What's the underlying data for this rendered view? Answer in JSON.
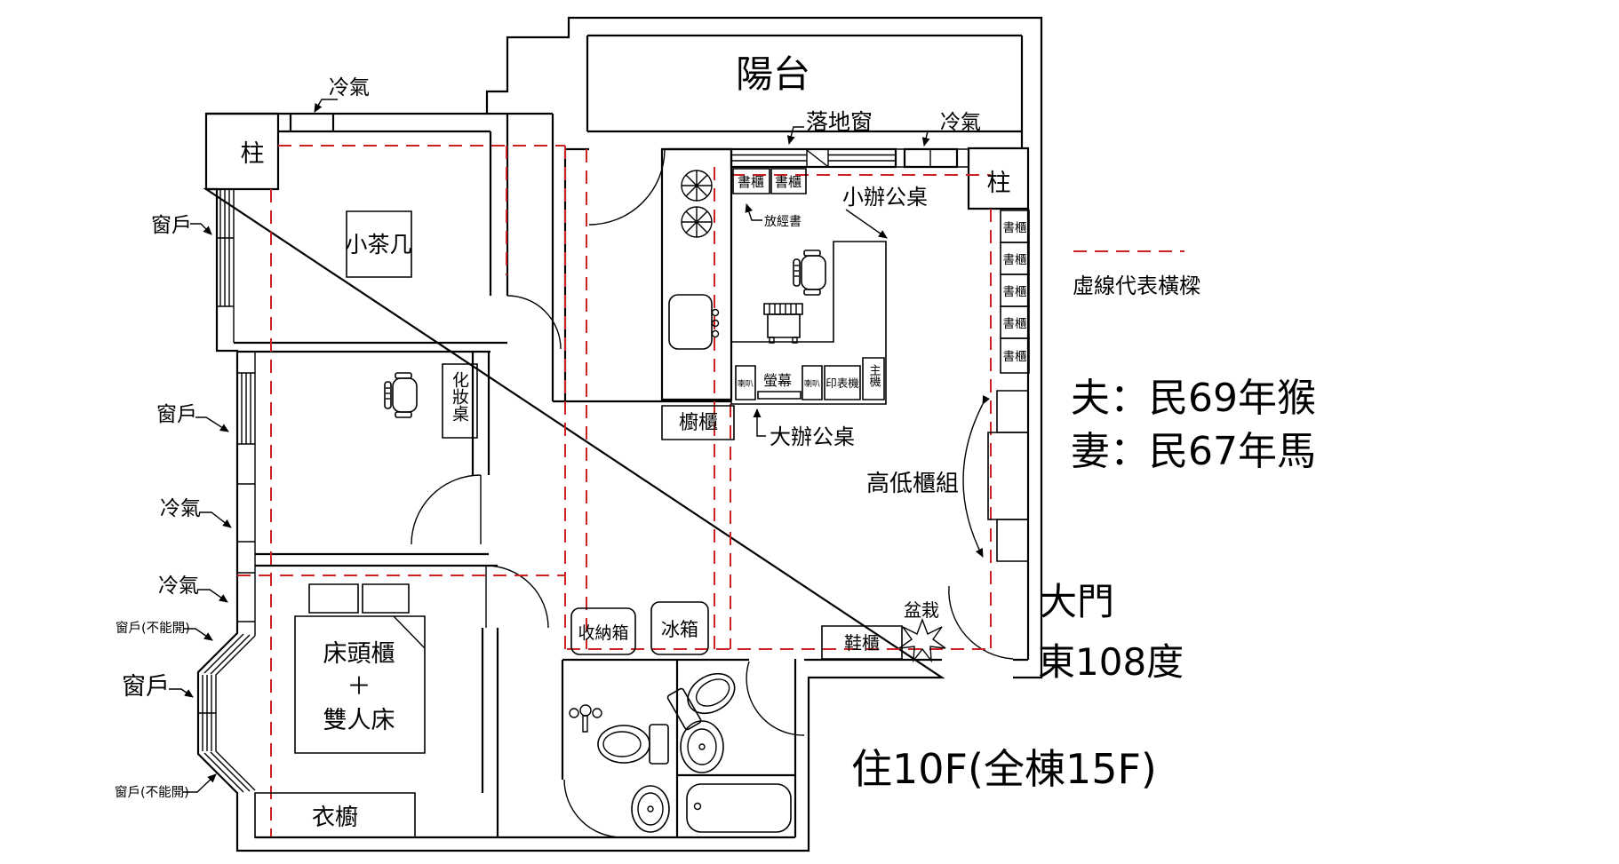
{
  "colors": {
    "wall": "#000000",
    "beam": "#cc2222",
    "background": "#ffffff"
  },
  "rooms": {
    "balcony": "陽台"
  },
  "labels": {
    "ac": "冷氣",
    "column": "柱",
    "window": "窗戶",
    "window_fixed": "窗戶(不能開)",
    "tea_table": "小茶几",
    "floor_window": "落地窗",
    "bookcase": "書櫃",
    "books_note": "放經書",
    "small_desk": "小辦公桌",
    "big_desk": "大辦公桌",
    "makeup_table": "化妝桌",
    "cupboard": "櫥櫃",
    "monitor": "螢幕",
    "speaker": "喇叭",
    "printer": "印表機",
    "pc_tower": "主機",
    "hilo_cabinets": "高低櫃組",
    "storage_box": "收納箱",
    "fridge": "冰箱",
    "shoe_cabinet": "鞋櫃",
    "plant": "盆栽",
    "bed_line1": "床頭櫃",
    "bed_line2": "＋",
    "bed_line3": "雙人床",
    "wardrobe": "衣櫥"
  },
  "legend": {
    "beam_note": "虛線代表橫樑"
  },
  "residents": {
    "husband": "夫：民69年猴",
    "wife": "妻：民67年馬"
  },
  "entrance": {
    "name": "大門",
    "direction": "東108度"
  },
  "floor_info": "住10F(全棟15F)"
}
